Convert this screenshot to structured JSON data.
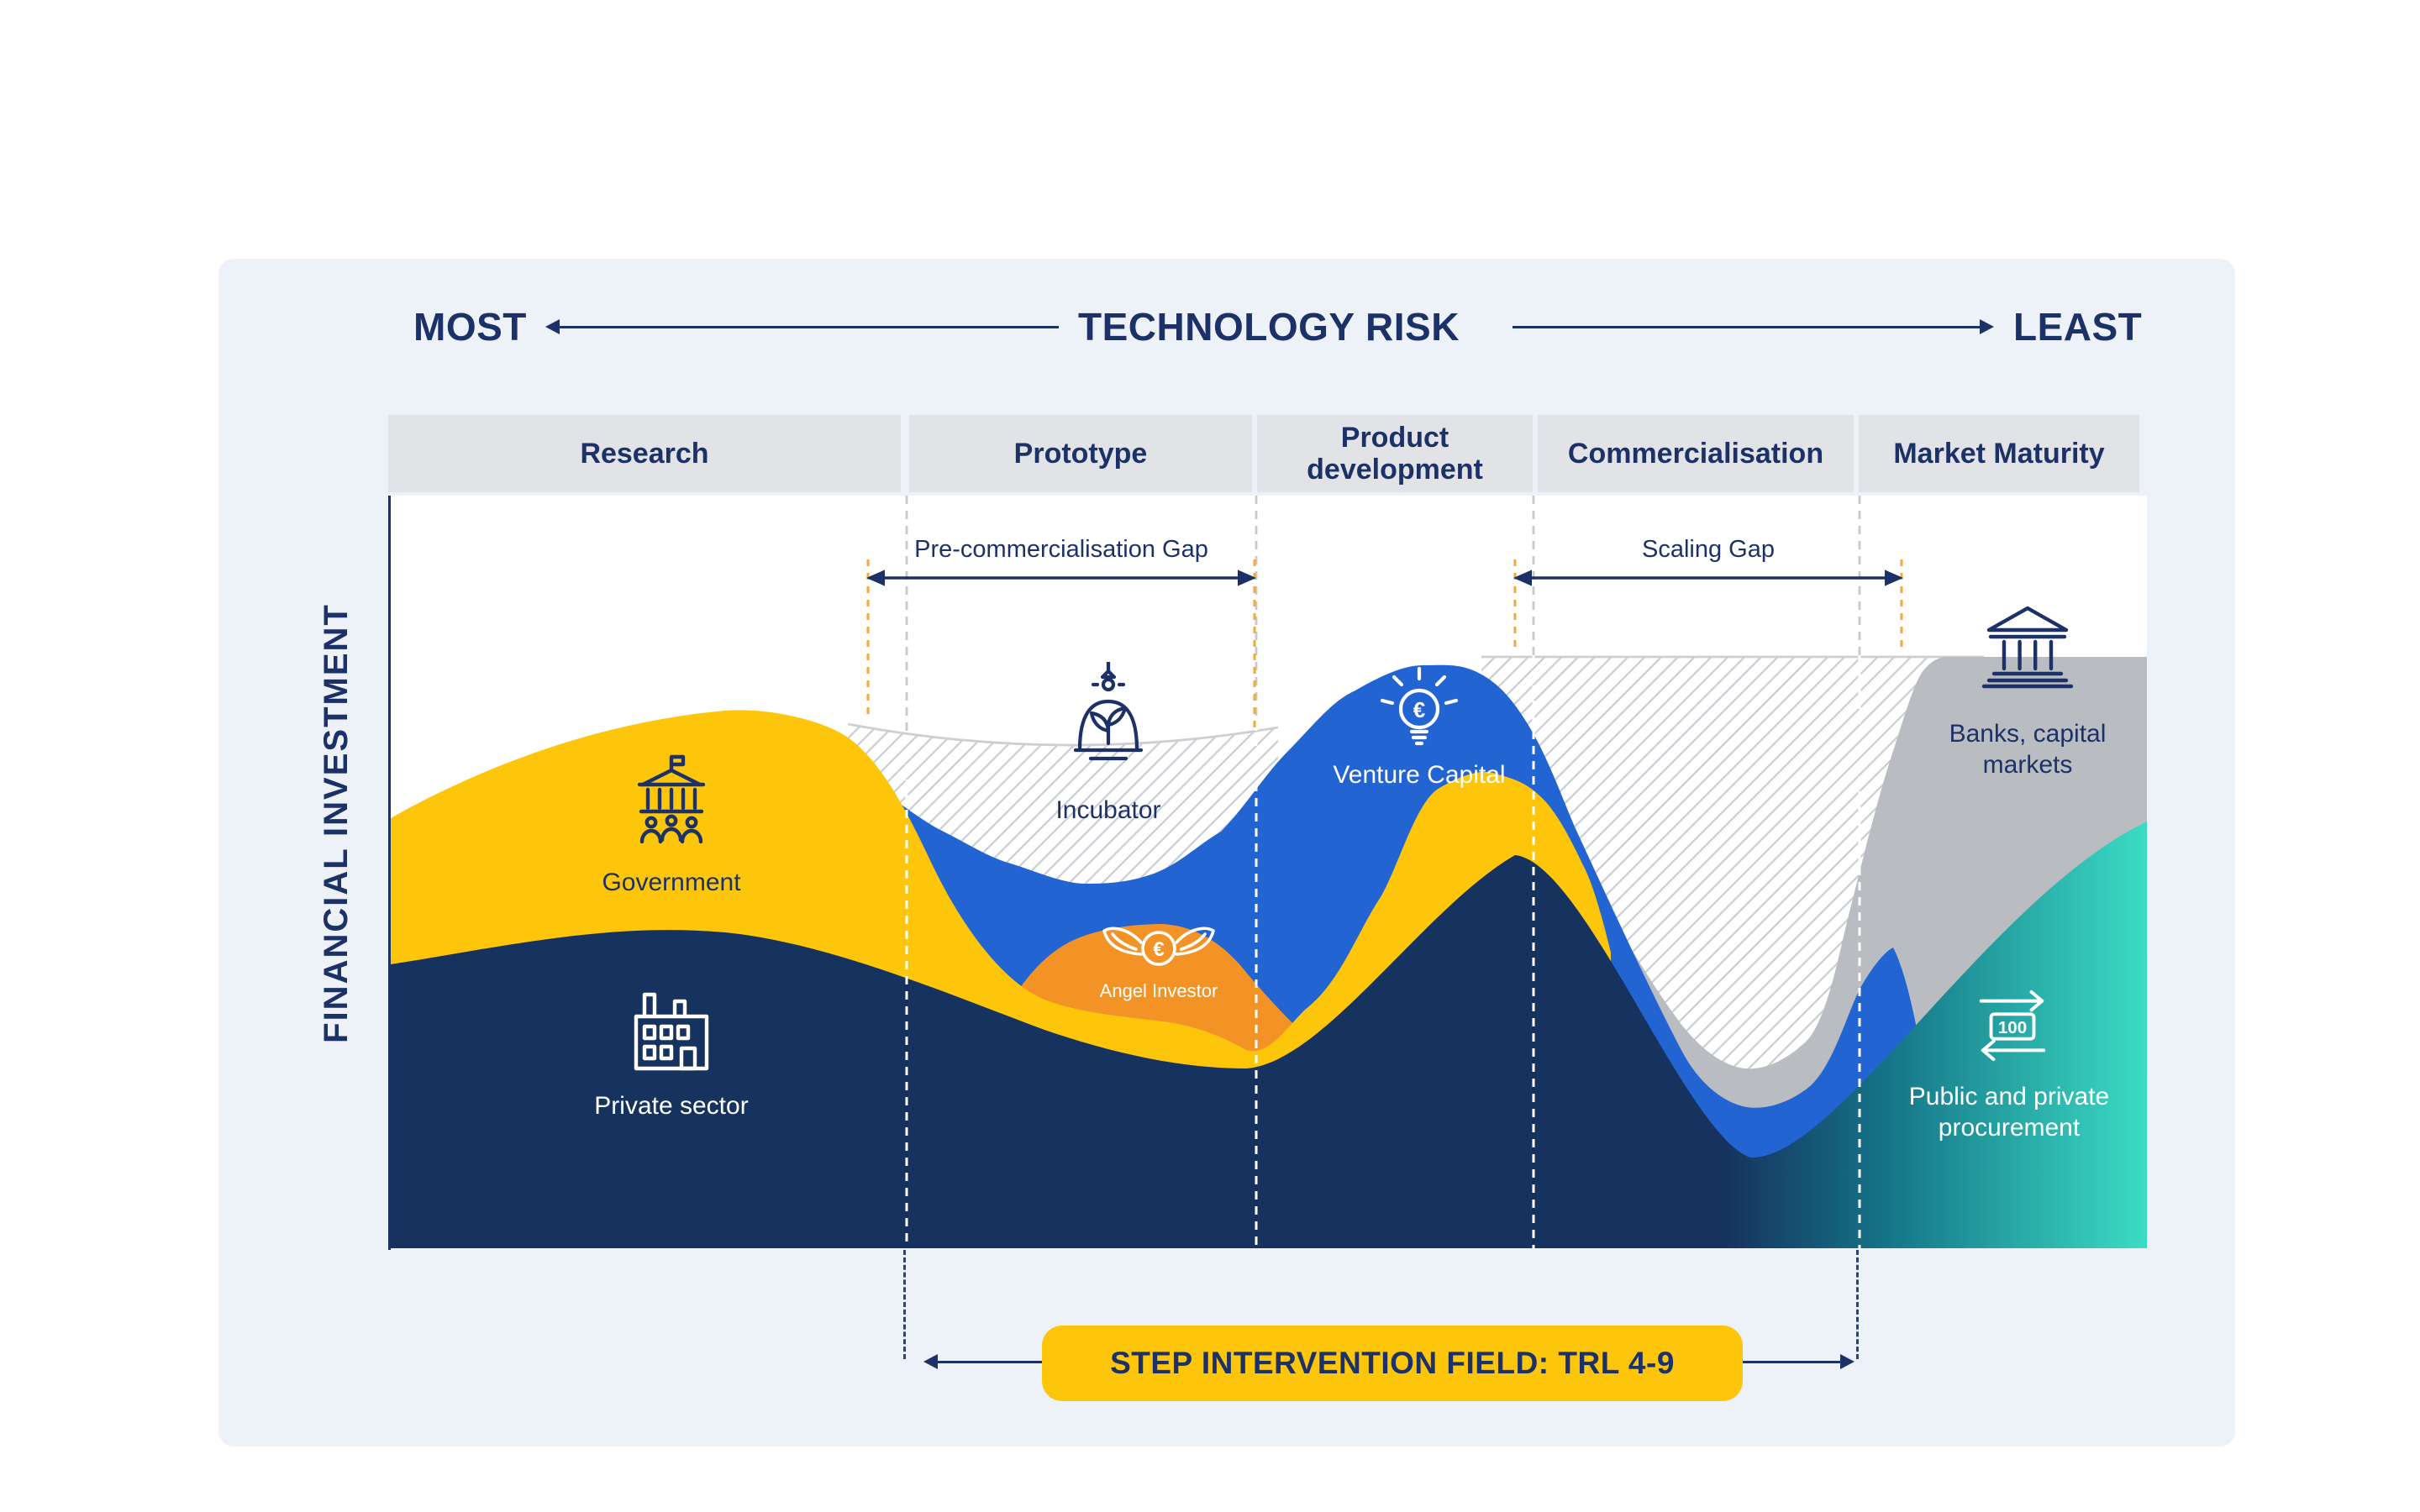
{
  "header": {
    "most": "MOST",
    "title": "TECHNOLOGY RISK",
    "least": "LEAST"
  },
  "y_axis": "FINANCIAL INVESTMENT",
  "stages": [
    {
      "label": "Research"
    },
    {
      "label": "Prototype"
    },
    {
      "label": "Product development"
    },
    {
      "label": "Commercialisation"
    },
    {
      "label": "Market Maturity"
    }
  ],
  "gaps": [
    {
      "label": "Pre-commercialisation Gap"
    },
    {
      "label": "Scaling Gap"
    }
  ],
  "actors": [
    {
      "label": "Government",
      "icon": "government-building-icon",
      "color": "#FDC60B"
    },
    {
      "label": "Private sector",
      "icon": "factory-icon",
      "color": "#16325F"
    },
    {
      "label": "Incubator",
      "icon": "plant-incubator-icon",
      "color": "#ffffff"
    },
    {
      "label": "Angel Investor",
      "icon": "winged-euro-coin-icon",
      "color": "#F39325"
    },
    {
      "label": "Venture Capital",
      "icon": "euro-lightbulb-icon",
      "color": "#2264D2"
    },
    {
      "label": "Banks, capital markets",
      "icon": "bank-icon",
      "color": "#B9BCC0"
    },
    {
      "label": "Public and private procurement",
      "icon": "money-exchange-icon",
      "color": "#3BDCC4"
    }
  ],
  "glyphs": {
    "euro": "€",
    "hundred": "100"
  },
  "step_banner": "STEP INTERVENTION FIELD: TRL 4-9",
  "colors": {
    "navy_text": "#1B3168",
    "area_navy": "#16325F",
    "yellow": "#FDC60B",
    "orange": "#F39325",
    "blue": "#2264D2",
    "gray": "#B9BCC0",
    "teal": "#3BDCC4",
    "panel_bg": "#EDF1F8",
    "header_bg": "#E2E3E6",
    "dash_orange": "#F5A73B"
  }
}
